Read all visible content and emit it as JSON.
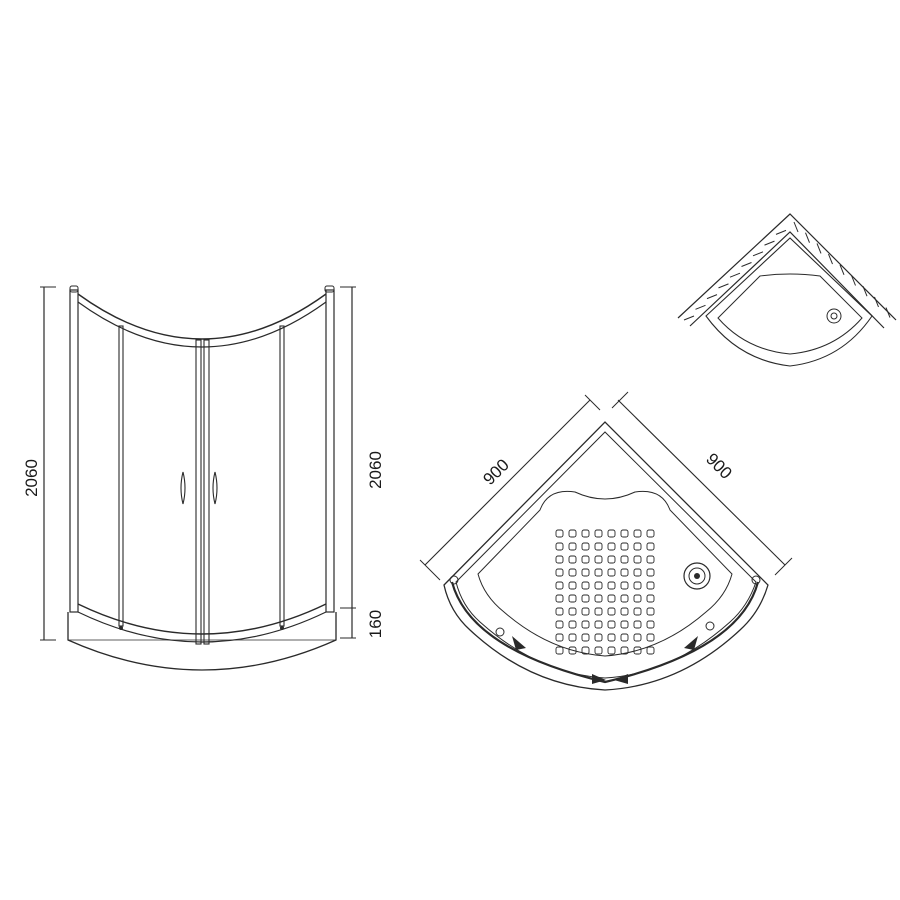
{
  "dimensions": {
    "cabin_height": "2060",
    "cabin_height_right": "2060",
    "tray_height": "160",
    "tray_width_left": "900",
    "tray_width_right": "900"
  }
}
